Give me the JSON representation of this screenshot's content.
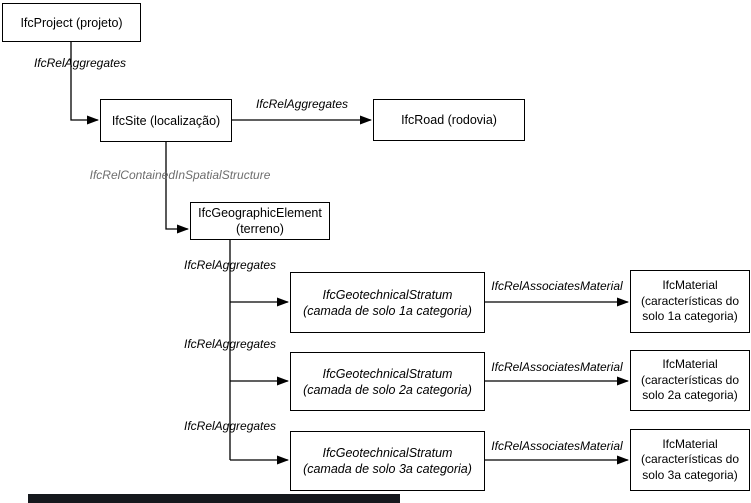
{
  "diagram": {
    "nodes": {
      "project": {
        "label": "IfcProject (projeto)"
      },
      "site": {
        "label": "IfcSite (localização)"
      },
      "road": {
        "label": "IfcRoad (rodovia)"
      },
      "geographic_element": {
        "line1": "IfcGeographicElement",
        "line2": "(terreno)"
      },
      "stratum_1": {
        "line1": "IfcGeotechnicalStratum",
        "line2": "(camada de solo 1a categoria)"
      },
      "stratum_2": {
        "line1": "IfcGeotechnicalStratum",
        "line2": "(camada de solo 2a categoria)"
      },
      "stratum_3": {
        "line1": "IfcGeotechnicalStratum",
        "line2": "(camada de solo 3a categoria)"
      },
      "material_1": {
        "line1": "IfcMaterial",
        "line2": "(características do",
        "line3": "solo 1a categoria)"
      },
      "material_2": {
        "line1": "IfcMaterial",
        "line2": "(características do",
        "line3": "solo 2a categoria)"
      },
      "material_3": {
        "line1": "IfcMaterial",
        "line2": "(características do",
        "line3": "solo 3a categoria)"
      }
    },
    "edge_labels": {
      "project_site": "IfcRelAggregates",
      "site_road": "IfcRelAggregates",
      "site_geographic": "IfcRelContainedInSpatialStructure",
      "geo_stratum_1": "IfcRelAggregates",
      "geo_stratum_2": "IfcRelAggregates",
      "geo_stratum_3": "IfcRelAggregates",
      "stratum_material_1": "IfcRelAssociatesMaterial",
      "stratum_material_2": "IfcRelAssociatesMaterial",
      "stratum_material_3": "IfcRelAssociatesMaterial"
    },
    "colors": {
      "node_border": "#000000",
      "node_fill": "#ffffff",
      "edge_stroke": "#000000",
      "edge_label": "#000000",
      "edge_label_muted": "#6e6e6e",
      "background": "#ffffff",
      "bottom_bar": "#15181d"
    }
  }
}
